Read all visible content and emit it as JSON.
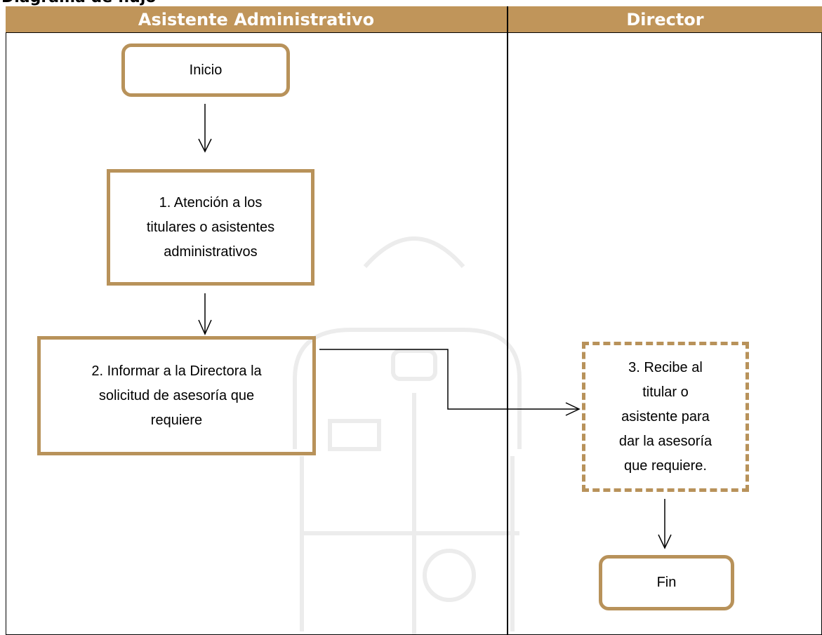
{
  "page_title_fragment": "Diagrama de flujo",
  "lanes": [
    {
      "label": "Asistente Administrativo"
    },
    {
      "label": "Director"
    }
  ],
  "nodes": {
    "start": {
      "label": "Inicio"
    },
    "step1": {
      "label": "1. Atención a los\ntitulares o asistentes\nadministrativos"
    },
    "step2": {
      "label": "2.  Informar a la Directora la\nsolicitud de asesoría que\nrequiere"
    },
    "step3": {
      "label": "3. Recibe al\ntitular o\nasistente para\ndar la asesoría\nque requiere."
    },
    "end": {
      "label": "Fin"
    }
  },
  "colors": {
    "header_bg": "#c0955a",
    "node_border": "#b8925a",
    "line": "#000000"
  }
}
